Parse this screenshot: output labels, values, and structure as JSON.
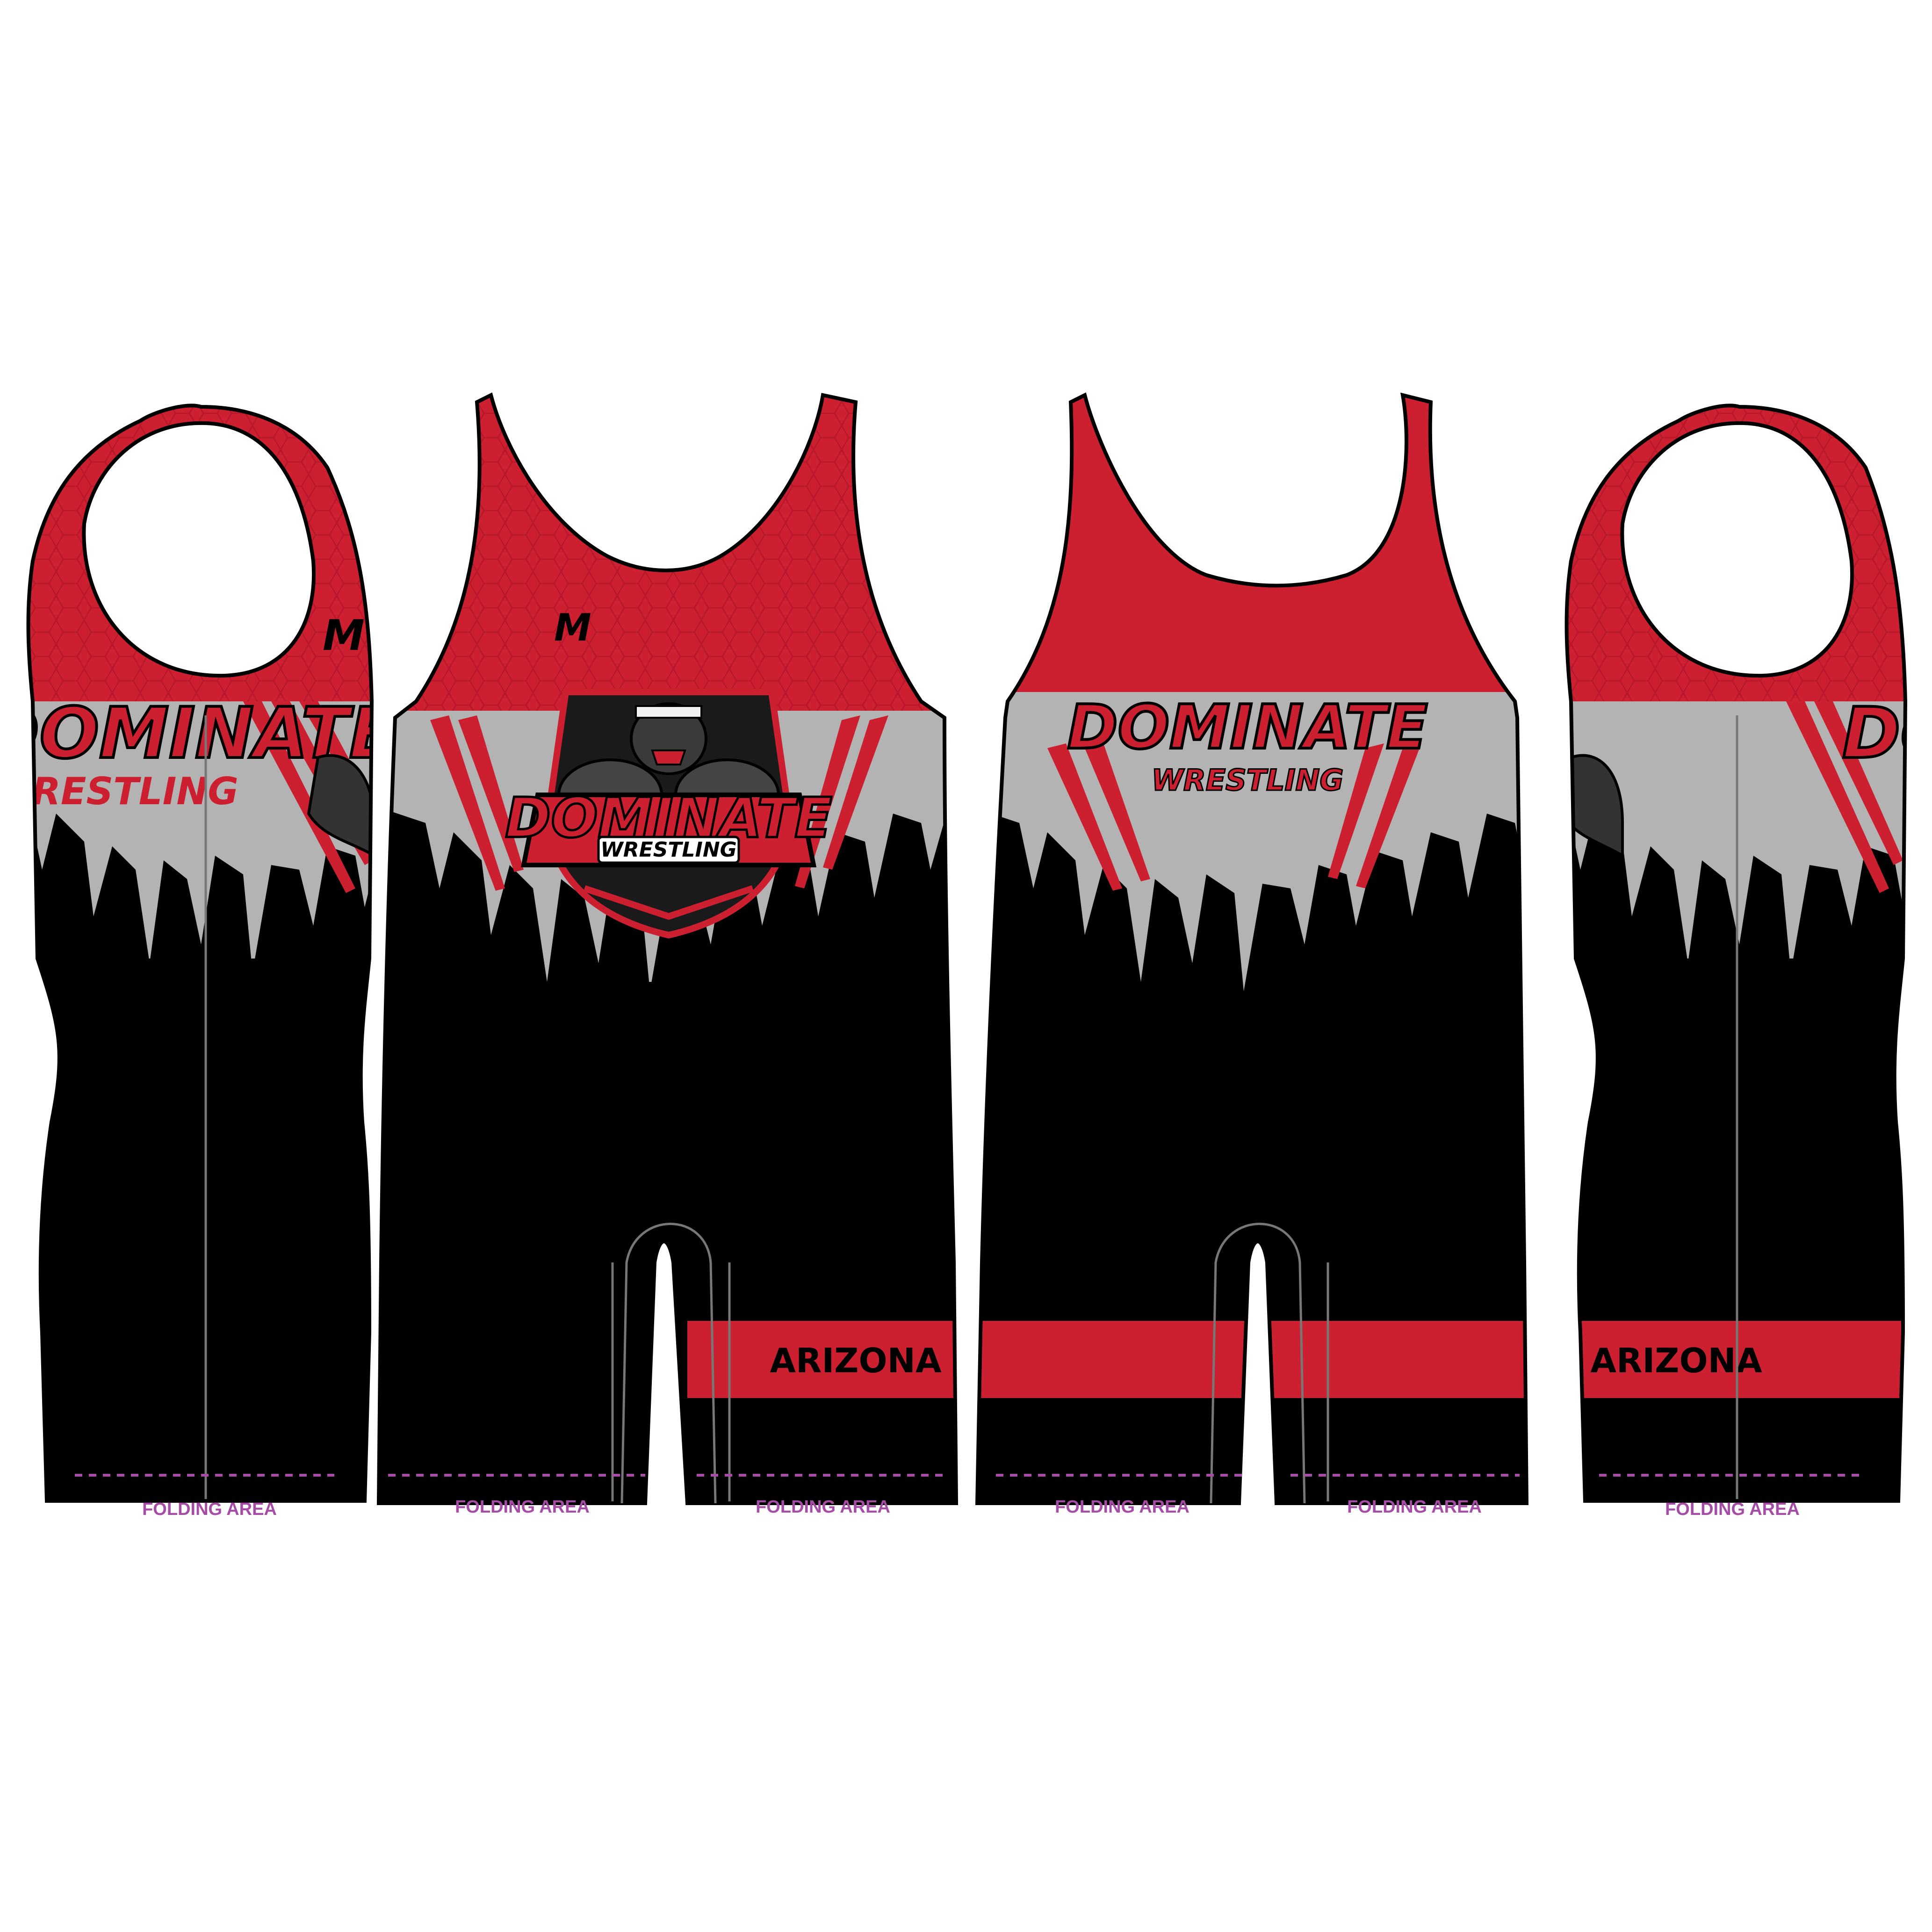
{
  "design": {
    "logo_main": "DOMINATE",
    "logo_sub": "WRESTLING",
    "brand_mark": "M",
    "leg_band_text": "ARIZONA",
    "folding_label": "FOLDING AREA"
  },
  "colors": {
    "red": "#cc2030",
    "red_dark": "#a8141f",
    "grey": "#b3b3b3",
    "black": "#000000",
    "fold_line": "#a64ca6",
    "fold_text": "#a64ca6",
    "white": "#ffffff"
  },
  "views": [
    {
      "name": "left-side"
    },
    {
      "name": "front"
    },
    {
      "name": "back"
    },
    {
      "name": "right-side"
    }
  ]
}
